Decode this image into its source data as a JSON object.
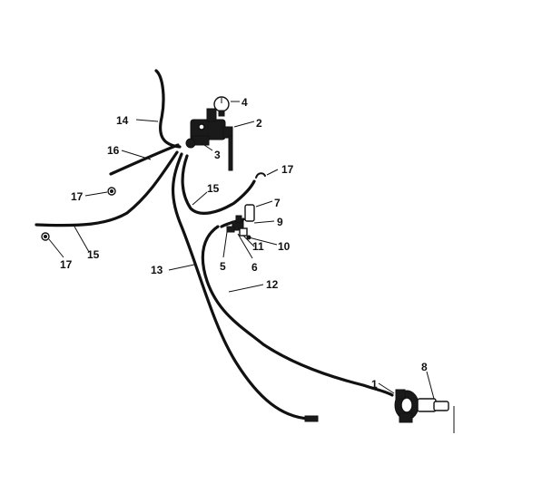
{
  "callouts": {
    "c1": "1",
    "c2": "2",
    "c3": "3",
    "c4": "4",
    "c5": "5",
    "c6": "6",
    "c7": "7",
    "c8": "8",
    "c9": "9",
    "c10": "10",
    "c11": "11",
    "c12": "12",
    "c13": "13",
    "c14": "14",
    "c15a": "15",
    "c15b": "15",
    "c16": "16",
    "c17a": "17",
    "c17b": "17",
    "c17c": "17"
  }
}
